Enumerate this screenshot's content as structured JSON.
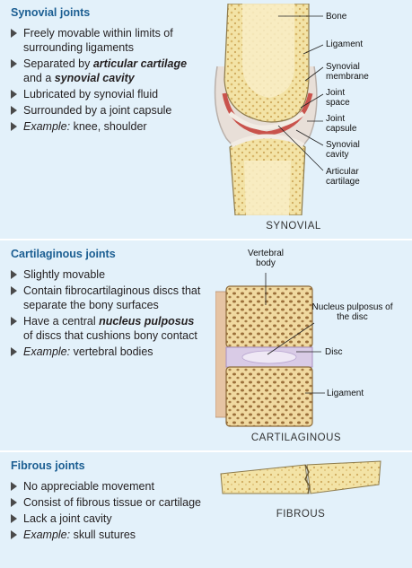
{
  "synovial": {
    "title": "Synovial joints",
    "bullets": [
      {
        "pre": "Freely movable within limits of surrounding ligaments",
        "em": "",
        "mid": "",
        "em2": "",
        "post": ""
      },
      {
        "pre": "Separated by ",
        "em": "articular cartilage",
        "mid": " and a ",
        "em2": "synovial cavity",
        "post": ""
      },
      {
        "pre": "Lubricated by synovial fluid",
        "em": "",
        "mid": "",
        "em2": "",
        "post": ""
      },
      {
        "pre": "Surrounded by a joint capsule",
        "em": "",
        "mid": "",
        "em2": "",
        "post": ""
      },
      {
        "pre": "",
        "em": "Example:",
        "mid": " knee, shoulder",
        "em2": "",
        "post": ""
      }
    ],
    "caption": "SYNOVIAL",
    "labels": {
      "bone": "Bone",
      "ligament": "Ligament",
      "synovial_membrane": "Synovial membrane",
      "joint_space": "Joint space",
      "joint_capsule": "Joint capsule",
      "synovial_cavity": "Synovial cavity",
      "articular_cartilage": "Articular cartilage"
    }
  },
  "cartilaginous": {
    "title": "Cartilaginous joints",
    "bullets": [
      {
        "pre": "Slightly movable",
        "em": "",
        "mid": "",
        "em2": "",
        "post": ""
      },
      {
        "pre": "Contain fibrocartilaginous discs that separate the bony surfaces",
        "em": "",
        "mid": "",
        "em2": "",
        "post": ""
      },
      {
        "pre": "Have a central ",
        "em": "nucleus pulposus",
        "mid": " of discs that cushions bony contact",
        "em2": "",
        "post": ""
      },
      {
        "pre": "",
        "em": "Example:",
        "mid": " vertebral bodies",
        "em2": "",
        "post": ""
      }
    ],
    "caption": "CARTILAGINOUS",
    "labels": {
      "vertebral_body": "Vertebral body",
      "nucleus_pulposus": "Nucleus pulposus of the disc",
      "disc": "Disc",
      "ligament": "Ligament"
    }
  },
  "fibrous": {
    "title": "Fibrous joints",
    "bullets": [
      {
        "pre": "No appreciable movement",
        "em": "",
        "mid": "",
        "em2": "",
        "post": ""
      },
      {
        "pre": "Consist of fibrous tissue or cartilage",
        "em": "",
        "mid": "",
        "em2": "",
        "post": ""
      },
      {
        "pre": "Lack a joint cavity",
        "em": "",
        "mid": "",
        "em2": "",
        "post": ""
      },
      {
        "pre": "",
        "em": "Example:",
        "mid": " skull sutures",
        "em2": "",
        "post": ""
      }
    ],
    "caption": "FIBROUS"
  },
  "colors": {
    "background": "#e3f1fa",
    "heading": "#1b5e92",
    "bone": "#f3e3a6",
    "cartilage": "#f2ece4",
    "membrane": "#c9534c",
    "disc": "#d9cbe6"
  }
}
